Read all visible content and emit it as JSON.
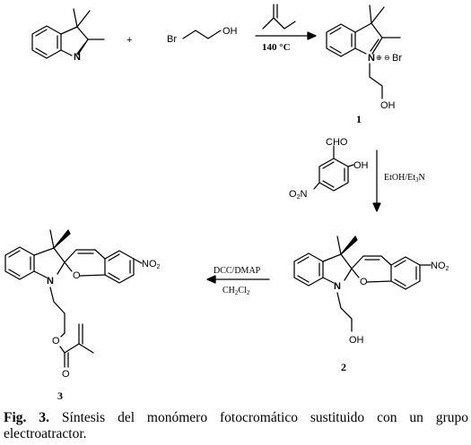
{
  "scheme": {
    "atoms": {
      "n": "N",
      "br": "Br",
      "oh": "OH",
      "o": "O",
      "cho": "CHO",
      "no2_no": "NO",
      "no2_sub": "2",
      "o2n_o": "O",
      "o2n_sub": "2",
      "o2n_n": "N",
      "plus": "+",
      "plus_charge": "⊕",
      "minus_charge": "⊖"
    },
    "step1": {
      "temperature": "140 °C"
    },
    "step2": {
      "conditions": "EtOH/Et",
      "conditions_sub": "3",
      "conditions_tail": "N"
    },
    "step3": {
      "reagents": "DCC/DMAP",
      "solvent_main": "CH",
      "solvent_sub1": "2",
      "solvent_mid": "Cl",
      "solvent_sub2": "2"
    },
    "compounds": [
      "1",
      "2",
      "3"
    ]
  },
  "caption": {
    "label": "Fig. 3.",
    "text": " Síntesis del monómero fotocromático sustituido con un grupo electroatractor."
  }
}
